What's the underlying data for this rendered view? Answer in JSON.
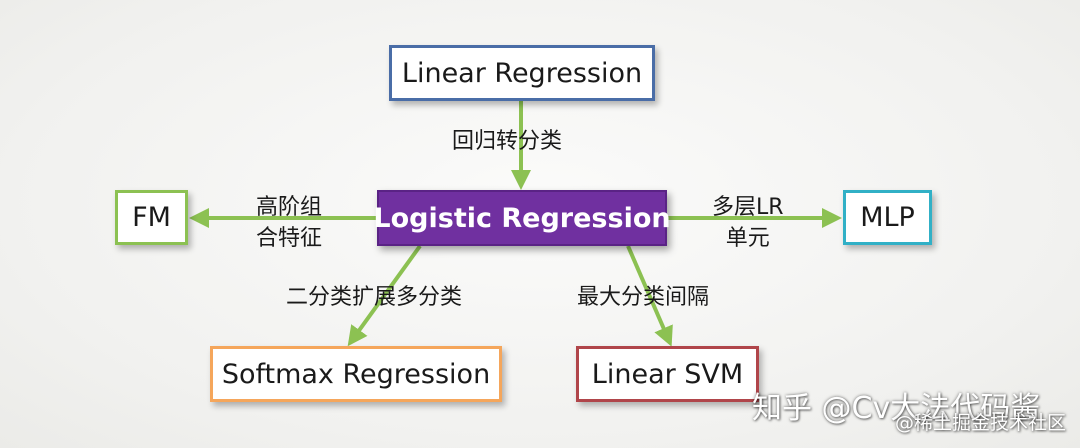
{
  "nodes": {
    "linear_regression": "Linear Regression",
    "logistic_regression": "Logistic Regression",
    "fm": "FM",
    "mlp": "MLP",
    "softmax_regression": "Softmax Regression",
    "linear_svm": "Linear SVM"
  },
  "edges": {
    "linear_to_logistic": "回归转分类",
    "logistic_to_fm_line1": "高阶组",
    "logistic_to_fm_line2": "合特征",
    "logistic_to_mlp_line1": "多层LR",
    "logistic_to_mlp_line2": "单元",
    "logistic_to_softmax": "二分类扩展多分类",
    "logistic_to_svm": "最大分类间隔"
  },
  "watermark": {
    "main": "知乎 @Cv大法代码酱",
    "sub": "@稀土掘金技术社区"
  },
  "colors": {
    "arrow": "#8cc152",
    "center_fill": "#7030a0",
    "linear_regression_border": "#4a6da7",
    "fm_border": "#8cc152",
    "mlp_border": "#31b0c6",
    "softmax_border": "#f5a65b",
    "linear_svm_border": "#b0454a"
  }
}
